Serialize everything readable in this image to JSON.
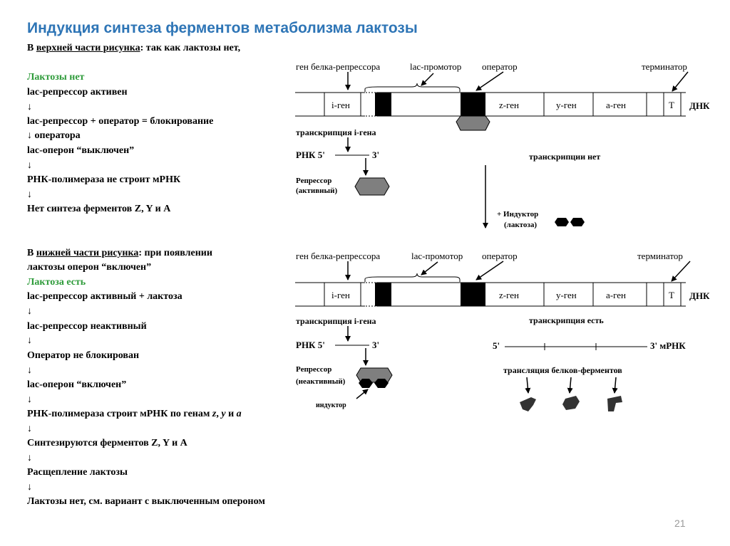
{
  "title": "Индукция синтеза ферментов метаболизма лактозы",
  "left_text": {
    "upper_intro_prefix": "В ",
    "upper_intro_underlined": "верхней части рисунка",
    "upper_intro_suffix": ": так как лактозы нет,",
    "no_lactose_heading": "Лактозы нет",
    "no_lactose_lines": [
      "lac-репрессор активен",
      "↓",
      "lac-репрессор + оператор = блокирование",
      "↓ оператора",
      "lac-оперон “выключен”",
      "↓",
      "РНК-полимераза не строит мРНК",
      "↓",
      "Нет синтеза ферментов Z, Y и A"
    ],
    "lower_intro_prefix": "В ",
    "lower_intro_underlined": "нижней части рисунка",
    "lower_intro_suffix": ": при появлении",
    "lower_intro_line2": "лактозы оперон “включен”",
    "lactose_heading": "Лактоза есть",
    "lactose_lines_a": [
      "lac-репрессор активный + лактоза",
      "↓",
      "lac-репрессор неактивный",
      "↓",
      "Оператор не блокирован",
      "↓",
      "lac-оперон “включен”",
      "↓"
    ],
    "polymerase_prefix": "РНК-полимераза строит мРНК по генам ",
    "gene_z": "z",
    "gene_sep1": ", ",
    "gene_y": "y",
    "gene_sep2": " и ",
    "gene_a": "a",
    "lactose_lines_b": [
      "↓",
      "Синтезируются ферментов Z, Y и A",
      "↓",
      "Расщепление лактозы",
      "↓",
      "Лактозы нет, см. вариант с выключенным опероном"
    ]
  },
  "diagram": {
    "top": {
      "label_repressor_gene": "ген белка-репрессора",
      "label_promoter": "lac-промотор",
      "label_operator": "оператор",
      "label_terminator": "терминатор",
      "gene_i": "i-ген",
      "gene_z": "z-ген",
      "gene_y": "у-ген",
      "gene_a": "а-ген",
      "terminator_T": "T",
      "dna": "ДНК",
      "i_transcription": "транскрипция i-гена",
      "rna_label": "РНК 5'",
      "rna_3": "3'",
      "no_transcription": "транскрипции нет",
      "repressor": "Репрессор",
      "repressor_state": "(активный)"
    },
    "inducer_label": "+ Индуктор",
    "inducer_label2": "(лактоза)",
    "bottom": {
      "label_repressor_gene": "ген белка-репрессора",
      "label_promoter": "lac-промотор",
      "label_operator": "оператор",
      "label_terminator": "терминатор",
      "gene_i": "i-ген",
      "gene_z": "z-ген",
      "gene_y": "у-ген",
      "gene_a": "а-ген",
      "terminator_T": "T",
      "dna": "ДНК",
      "i_transcription": "транскрипция i-гена",
      "rna_label": "РНК 5'",
      "rna_3": "3'",
      "transcription_yes": "транскрипция есть",
      "mrna_5": "5'",
      "mrna_3": "3' мРНК",
      "repressor": "Репрессор",
      "repressor_state": "(неактивный)",
      "inducer": "индуктор",
      "translation": "трансляция белков-ферментов"
    }
  },
  "page_number": "21",
  "colors": {
    "title": "#2e75b6",
    "green_heading": "#2e9b3a",
    "repressor_fill": "#7f7f7f"
  }
}
